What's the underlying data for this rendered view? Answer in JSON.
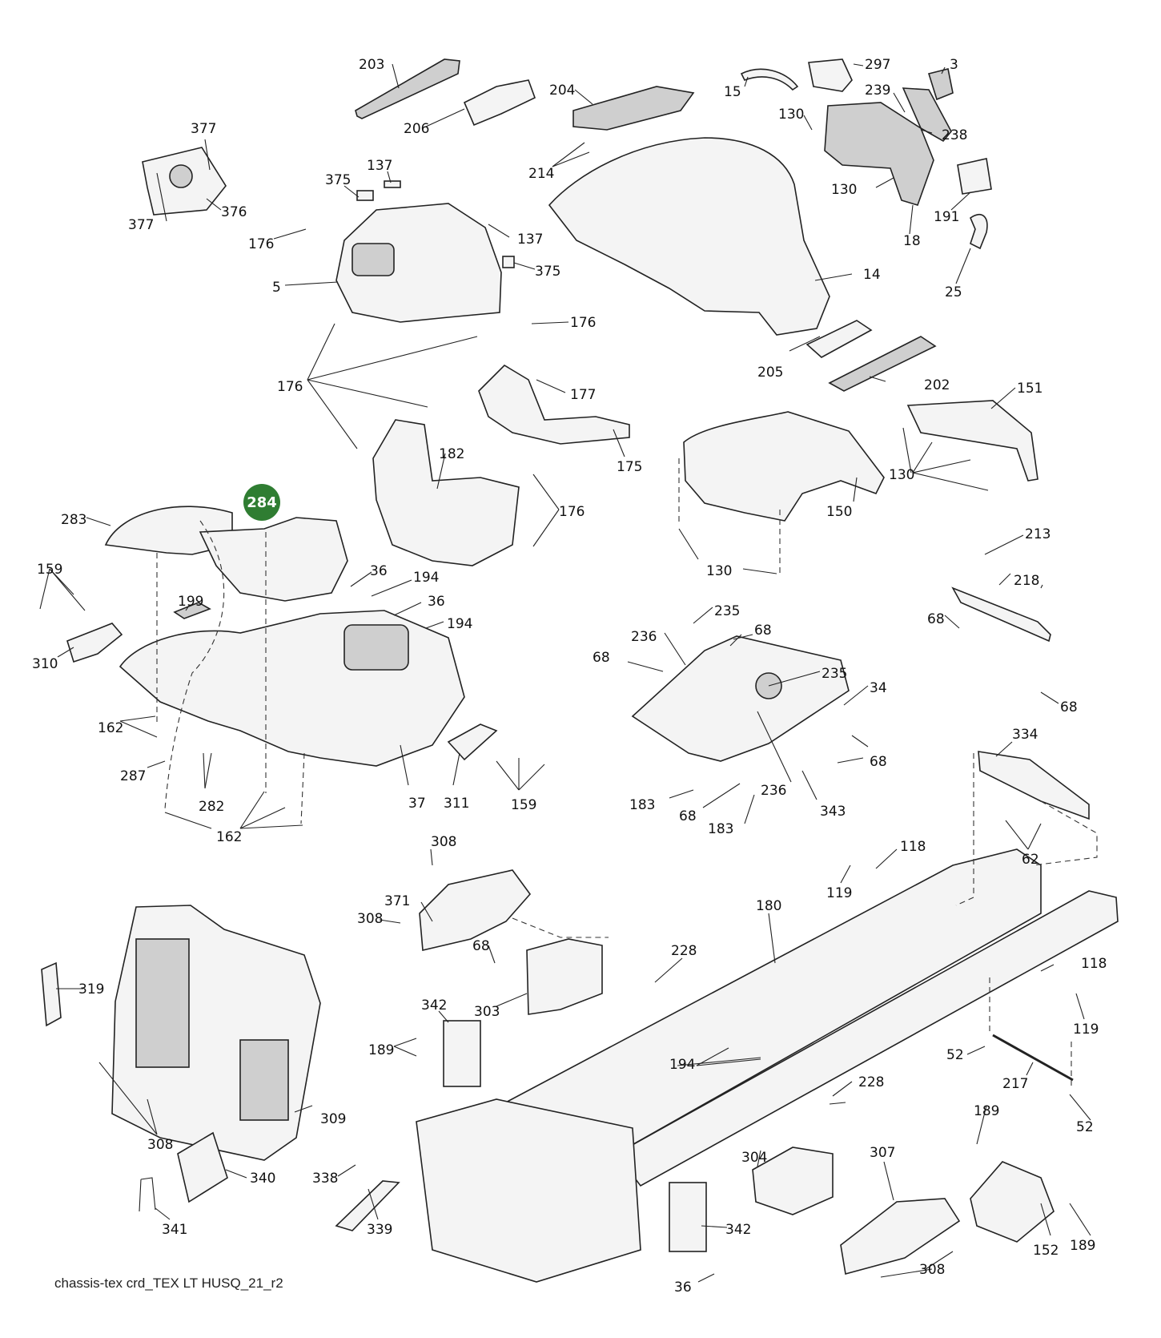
{
  "caption": "chassis-tex crd_TEX LT HUSQ_21_r2",
  "highlight": {
    "label": "284",
    "color": "#2f7d32"
  },
  "labels": [
    "203",
    "206",
    "204",
    "297",
    "3",
    "15",
    "239",
    "130",
    "238",
    "130",
    "18",
    "191",
    "25",
    "377",
    "377",
    "376",
    "375",
    "137",
    "176",
    "137",
    "5",
    "375",
    "214",
    "14",
    "176",
    "176",
    "205",
    "202",
    "177",
    "175",
    "182",
    "176",
    "151",
    "150",
    "130",
    "130",
    "283",
    "159",
    "310",
    "199",
    "36",
    "194",
    "36",
    "194",
    "162",
    "287",
    "282",
    "162",
    "37",
    "311",
    "159",
    "213",
    "218",
    "68",
    "68",
    "235",
    "68",
    "236",
    "68",
    "235",
    "34",
    "68",
    "183",
    "68",
    "183",
    "236",
    "343",
    "334",
    "62",
    "118",
    "119",
    "180",
    "308",
    "371",
    "308",
    "68",
    "228",
    "342",
    "303",
    "189",
    "194",
    "228",
    "319",
    "309",
    "308",
    "340",
    "341",
    "338",
    "339",
    "304",
    "307",
    "342",
    "36",
    "308",
    "189",
    "152",
    "189",
    "118",
    "119",
    "52",
    "217",
    "52"
  ]
}
